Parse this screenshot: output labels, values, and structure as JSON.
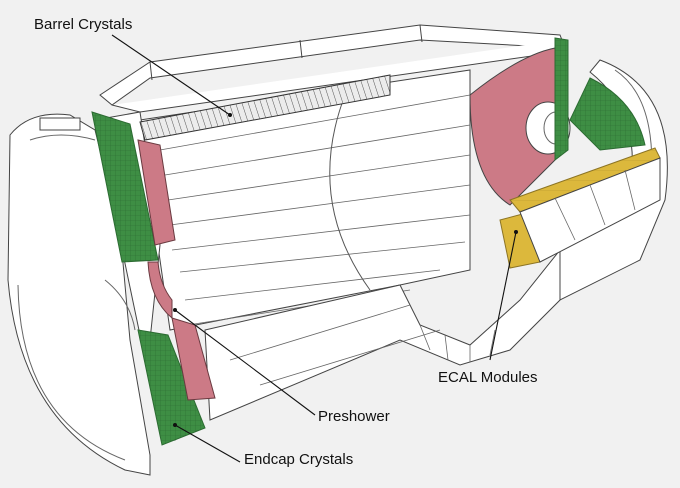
{
  "labels": {
    "barrel": "Barrel Crystals",
    "ecal": "ECAL Modules",
    "preshower": "Preshower",
    "endcap": "Endcap Crystals"
  },
  "colors": {
    "background": "#f1f1f1",
    "endcap_crystals": "#3e8e44",
    "preshower": "#cc7a86",
    "ecal_modules": "#dcb83c",
    "structure_fill": "#ffffff",
    "structure_line": "#444444"
  }
}
